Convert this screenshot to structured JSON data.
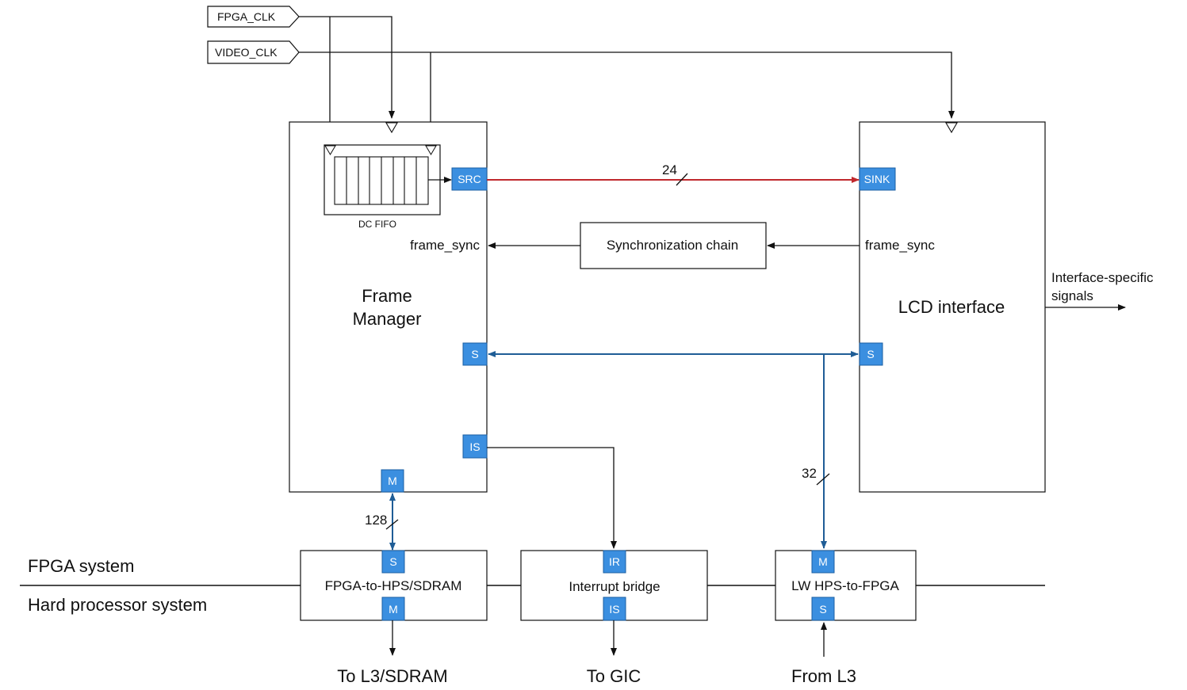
{
  "clocks": {
    "fpga_clk": "FPGA_CLK",
    "video_clk": "VIDEO_CLK"
  },
  "frame_manager": {
    "title_line1": "Frame",
    "title_line2": "Manager",
    "fifo_label": "DC FIFO",
    "frame_sync": "frame_sync",
    "ports": {
      "src": "SRC",
      "s": "S",
      "is": "IS",
      "m": "M"
    }
  },
  "lcd_interface": {
    "title": "LCD interface",
    "frame_sync": "frame_sync",
    "ports": {
      "sink": "SINK",
      "s": "S"
    },
    "output_label_line1": "Interface-specific",
    "output_label_line2": "signals"
  },
  "sync_chain": {
    "label": "Synchronization chain"
  },
  "bus_widths": {
    "video": "24",
    "avalon_mm": "32",
    "sdram": "128"
  },
  "system_split": {
    "fpga": "FPGA system",
    "hps": "Hard processor system"
  },
  "bridges": {
    "fpga_to_hps": {
      "label": "FPGA-to-HPS/SDRAM",
      "port_top": "S",
      "port_bottom": "M",
      "destination": "To L3/SDRAM"
    },
    "interrupt": {
      "label": "Interrupt bridge",
      "port_top": "IR",
      "port_bottom": "IS",
      "destination": "To GIC"
    },
    "lw_hps_to_fpga": {
      "label": "LW HPS-to-FPGA",
      "port_top": "M",
      "port_bottom": "S",
      "source": "From L3"
    }
  },
  "colors": {
    "port_fill": "#3b8fe0",
    "video_stream": "#c0282d",
    "avalon_bus": "#1f5d96",
    "line": "#111111"
  }
}
